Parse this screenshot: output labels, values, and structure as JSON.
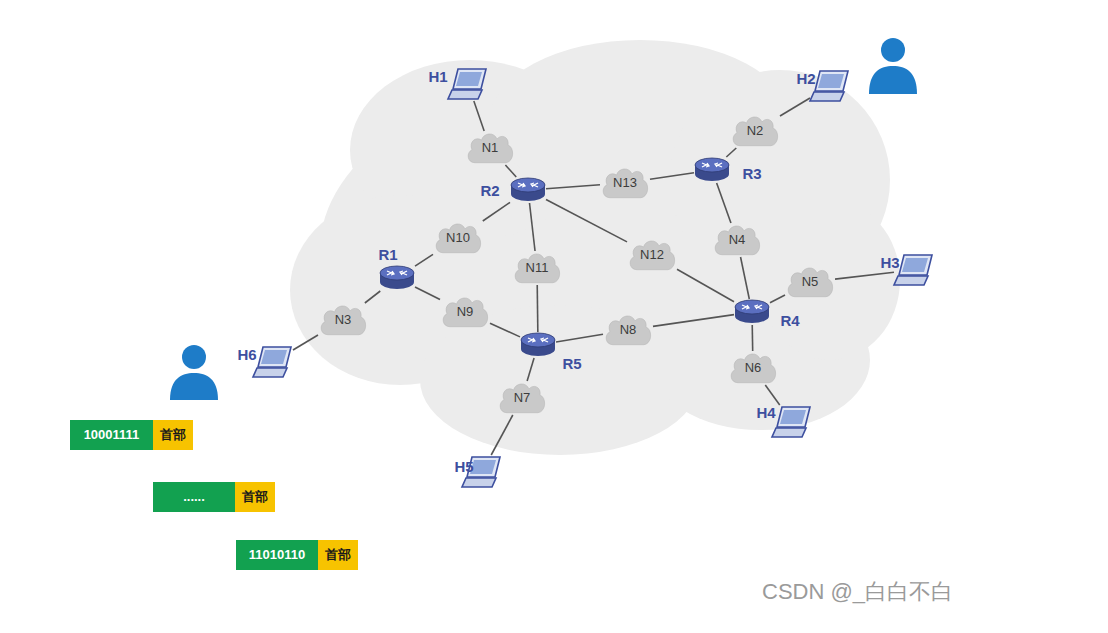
{
  "diagram": {
    "nodes": [
      {
        "text": [
          "H1"
        ]
      },
      {
        "text": [
          "H2"
        ]
      },
      {
        "text": [
          "N1"
        ]
      },
      {
        "text": [
          "N2"
        ]
      },
      {
        "text": [
          "R2"
        ]
      },
      {
        "text": [
          "N13"
        ]
      },
      {
        "text": [
          "R3"
        ]
      },
      {
        "text": [
          "N10"
        ]
      },
      {
        "text": [
          "N4"
        ]
      },
      {
        "text": [
          "R1"
        ]
      },
      {
        "text": [
          "N11"
        ]
      },
      {
        "text": [
          "N12"
        ]
      },
      {
        "text": [
          "N5"
        ]
      },
      {
        "text": [
          "H3"
        ]
      },
      {
        "text": [
          "N9"
        ]
      },
      {
        "text": [
          "N8"
        ]
      },
      {
        "text": [
          "R4"
        ]
      },
      {
        "text": [
          "N3"
        ]
      },
      {
        "text": [
          "R5"
        ]
      },
      {
        "text": [
          "N6"
        ]
      },
      {
        "text": [
          "H6"
        ]
      },
      {
        "text": [
          "N7"
        ]
      },
      {
        "text": [
          "H4"
        ]
      },
      {
        "text": [
          "H5"
        ]
      },
      {
        "text": [
          "10001111",
          "首部"
        ]
      },
      {
        "text": [
          "......",
          "首部"
        ]
      },
      {
        "text": [
          "11010110",
          "首部"
        ]
      }
    ],
    "edges": [
      {
        "from": 0,
        "to": 2,
        "arrow": "none"
      },
      {
        "from": 2,
        "to": 4,
        "arrow": "none"
      },
      {
        "from": 4,
        "to": 5,
        "arrow": "none"
      },
      {
        "from": 5,
        "to": 6,
        "arrow": "none"
      },
      {
        "from": 6,
        "to": 3,
        "arrow": "none"
      },
      {
        "from": 3,
        "to": 1,
        "arrow": "none"
      },
      {
        "from": 6,
        "to": 8,
        "arrow": "none"
      },
      {
        "from": 8,
        "to": 16,
        "arrow": "none"
      },
      {
        "from": 16,
        "to": 12,
        "arrow": "none"
      },
      {
        "from": 12,
        "to": 13,
        "arrow": "none"
      },
      {
        "from": 16,
        "to": 19,
        "arrow": "none"
      },
      {
        "from": 19,
        "to": 22,
        "arrow": "none"
      },
      {
        "from": 4,
        "to": 11,
        "arrow": "none"
      },
      {
        "from": 11,
        "to": 16,
        "arrow": "none"
      },
      {
        "from": 4,
        "to": 10,
        "arrow": "none"
      },
      {
        "from": 10,
        "to": 18,
        "arrow": "none"
      },
      {
        "from": 4,
        "to": 7,
        "arrow": "none"
      },
      {
        "from": 7,
        "to": 9,
        "arrow": "none"
      },
      {
        "from": 9,
        "to": 14,
        "arrow": "none"
      },
      {
        "from": 14,
        "to": 18,
        "arrow": "none"
      },
      {
        "from": 18,
        "to": 15,
        "arrow": "none"
      },
      {
        "from": 15,
        "to": 16,
        "arrow": "none"
      },
      {
        "from": 18,
        "to": 21,
        "arrow": "none"
      },
      {
        "from": 21,
        "to": 23,
        "arrow": "none"
      },
      {
        "from": 9,
        "to": 17,
        "arrow": "none"
      },
      {
        "from": 17,
        "to": 20,
        "arrow": "none"
      }
    ],
    "labels": [
      "CSDN @_白白不白"
    ]
  }
}
